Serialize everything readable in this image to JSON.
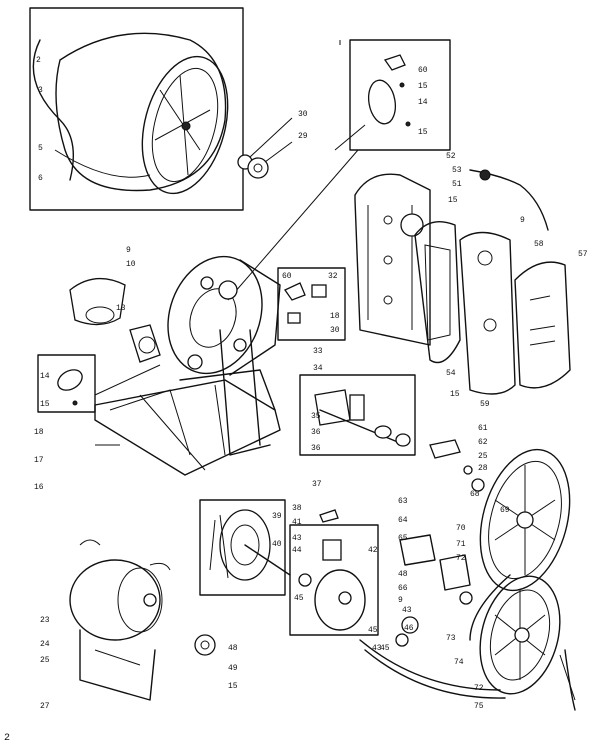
{
  "diagram": {
    "callouts": [
      {
        "key": "c2",
        "text": "2"
      },
      {
        "key": "c3",
        "text": "3"
      },
      {
        "key": "c5",
        "text": "5"
      },
      {
        "key": "c6",
        "text": "6"
      },
      {
        "key": "c30",
        "text": "30"
      },
      {
        "key": "c29",
        "text": "29"
      },
      {
        "key": "c60a",
        "text": "60"
      },
      {
        "key": "c15a",
        "text": "15"
      },
      {
        "key": "c14a",
        "text": "14"
      },
      {
        "key": "c15b",
        "text": "15"
      },
      {
        "key": "c52",
        "text": "52"
      },
      {
        "key": "c53",
        "text": "53"
      },
      {
        "key": "c51",
        "text": "51"
      },
      {
        "key": "c15c",
        "text": "15"
      },
      {
        "key": "c9a",
        "text": "9"
      },
      {
        "key": "c58",
        "text": "58"
      },
      {
        "key": "c57",
        "text": "57"
      },
      {
        "key": "c9b",
        "text": "9"
      },
      {
        "key": "c10",
        "text": "10"
      },
      {
        "key": "c13",
        "text": "13"
      },
      {
        "key": "c60b",
        "text": "60"
      },
      {
        "key": "c32",
        "text": "32"
      },
      {
        "key": "c18a",
        "text": "18"
      },
      {
        "key": "c30b",
        "text": "30"
      },
      {
        "key": "c14b",
        "text": "14"
      },
      {
        "key": "c15d",
        "text": "15"
      },
      {
        "key": "c33",
        "text": "33"
      },
      {
        "key": "c34",
        "text": "34"
      },
      {
        "key": "c35",
        "text": "35"
      },
      {
        "key": "c36a",
        "text": "36"
      },
      {
        "key": "c36b",
        "text": "36"
      },
      {
        "key": "c54",
        "text": "54"
      },
      {
        "key": "c15e",
        "text": "15"
      },
      {
        "key": "c59",
        "text": "59"
      },
      {
        "key": "c61",
        "text": "61"
      },
      {
        "key": "c62",
        "text": "62"
      },
      {
        "key": "c25a",
        "text": "25"
      },
      {
        "key": "c28",
        "text": "28"
      },
      {
        "key": "c68",
        "text": "68"
      },
      {
        "key": "c69",
        "text": "69"
      },
      {
        "key": "c16",
        "text": "16"
      },
      {
        "key": "c17",
        "text": "17"
      },
      {
        "key": "c18b",
        "text": "18"
      },
      {
        "key": "c37",
        "text": "37"
      },
      {
        "key": "c38",
        "text": "38"
      },
      {
        "key": "c41",
        "text": "41"
      },
      {
        "key": "c39",
        "text": "39"
      },
      {
        "key": "c40",
        "text": "40"
      },
      {
        "key": "c43a",
        "text": "43"
      },
      {
        "key": "c44",
        "text": "44"
      },
      {
        "key": "c42",
        "text": "42"
      },
      {
        "key": "c45a",
        "text": "45"
      },
      {
        "key": "c43b",
        "text": "43"
      },
      {
        "key": "c45b",
        "text": "45"
      },
      {
        "key": "c43c",
        "text": "43"
      },
      {
        "key": "c45c",
        "text": "45"
      },
      {
        "key": "c46",
        "text": "46"
      },
      {
        "key": "c63",
        "text": "63"
      },
      {
        "key": "c64",
        "text": "64"
      },
      {
        "key": "c65",
        "text": "65"
      },
      {
        "key": "c70",
        "text": "70"
      },
      {
        "key": "c71",
        "text": "71"
      },
      {
        "key": "c72a",
        "text": "72"
      },
      {
        "key": "c48",
        "text": "48"
      },
      {
        "key": "c66",
        "text": "66"
      },
      {
        "key": "c9c",
        "text": "9"
      },
      {
        "key": "c23",
        "text": "23"
      },
      {
        "key": "c24",
        "text": "24"
      },
      {
        "key": "c25b",
        "text": "25"
      },
      {
        "key": "c27",
        "text": "27"
      },
      {
        "key": "c48b",
        "text": "48"
      },
      {
        "key": "c49",
        "text": "49"
      },
      {
        "key": "c15f",
        "text": "15"
      },
      {
        "key": "c73",
        "text": "73"
      },
      {
        "key": "c74",
        "text": "74"
      },
      {
        "key": "c72b",
        "text": "72"
      },
      {
        "key": "c75",
        "text": "75"
      }
    ],
    "footer_text": "2"
  }
}
